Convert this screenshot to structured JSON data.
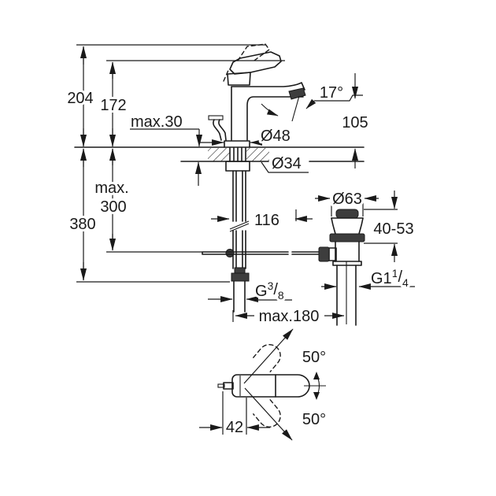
{
  "drawing": {
    "background": "#ffffff",
    "line_color": "#1a1a1a",
    "dark_fill": "#3d3d3d",
    "dims": {
      "total_height": "204",
      "handle_height": "172",
      "deck_thickness": "max.30",
      "spray_angle": "17°",
      "spout_height": "105",
      "base_diameter": "Ø48",
      "hole_diameter": "Ø34",
      "rod_travel_line1": "max.",
      "rod_travel_line2": "300",
      "total_depth": "380",
      "waste_offset": "116",
      "waste_flange_diameter": "Ø63",
      "clamping_range": "40-53",
      "waste_thread": {
        "prefix": "G1",
        "sup": "1",
        "slash": "/",
        "sub": "4"
      },
      "hose_thread": {
        "prefix": "G",
        "sup": "3",
        "slash": "/",
        "sub": "8"
      },
      "hose_length": "max.180",
      "handle_swing_upper": "50°",
      "handle_swing_lower": "50°",
      "handle_width": "42"
    }
  }
}
